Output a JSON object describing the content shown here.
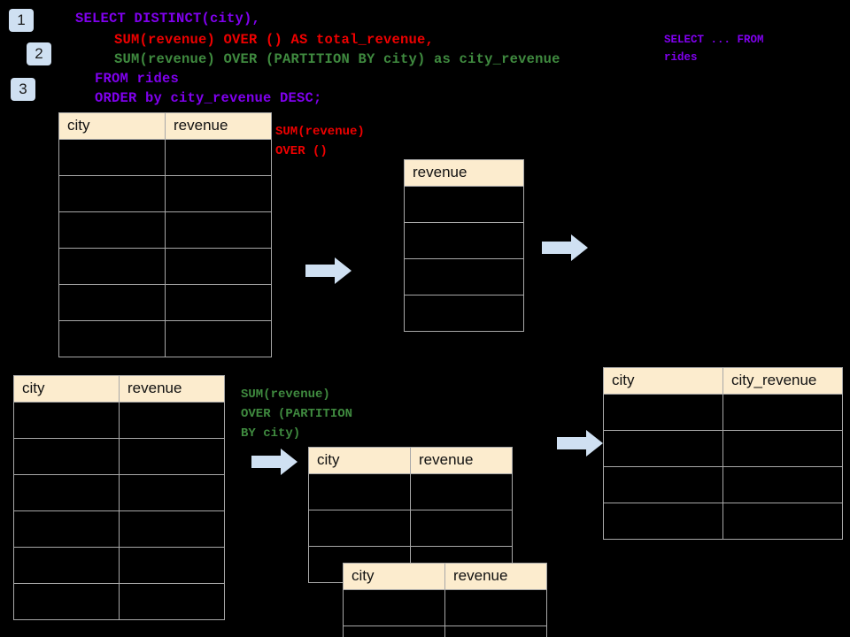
{
  "diagram": {
    "title": "SQL window function walkthrough",
    "background_color": "#000000",
    "accent_colors": {
      "keyword_purple": "#8000ee",
      "total_red": "#ee0000",
      "partition_green": "#3f8a3f",
      "arrow_blue": "#cfe0f2",
      "header_cream": "#fcecce",
      "border_gray": "#a8a8a8"
    }
  },
  "badges": [
    {
      "label": "1"
    },
    {
      "label": "2"
    },
    {
      "label": "3"
    }
  ],
  "query": {
    "lines": [
      {
        "text": "SELECT DISTINCT(city),",
        "color": "purple"
      },
      {
        "text": "SUM(revenue) OVER () AS total_revenue,",
        "color": "red"
      },
      {
        "text": "SUM(revenue) OVER (PARTITION BY city) as city_revenue",
        "color": "green"
      },
      {
        "text": "FROM rides",
        "color": "purple"
      },
      {
        "text": "ORDER by city_revenue DESC;",
        "color": "purple"
      }
    ]
  },
  "side_note": {
    "line1": "SELECT ... FROM",
    "line2": "rides"
  },
  "annotations": {
    "total_revenue": {
      "line1": "SUM(revenue)",
      "line2": "OVER ()"
    },
    "city_revenue": {
      "line1": "SUM(revenue)",
      "line2": "OVER (PARTITION",
      "line3": "BY city)"
    }
  },
  "tables": {
    "rides_source": {
      "name": "rides-source-table",
      "columns": [
        "city",
        "revenue"
      ],
      "row_count": 6,
      "rows": [
        [
          "",
          ""
        ],
        [
          "",
          ""
        ],
        [
          "",
          ""
        ],
        [
          "",
          ""
        ],
        [
          "",
          ""
        ],
        [
          "",
          ""
        ]
      ]
    },
    "total_revenue_result": {
      "name": "total-revenue-table",
      "columns": [
        "revenue"
      ],
      "row_count": 4,
      "rows": [
        [
          ""
        ],
        [
          ""
        ],
        [
          ""
        ],
        [
          ""
        ]
      ]
    },
    "rides_source_lower": {
      "name": "rides-source-table-lower",
      "columns": [
        "city",
        "revenue"
      ],
      "row_count": 6,
      "rows": [
        [
          "",
          ""
        ],
        [
          "",
          ""
        ],
        [
          "",
          ""
        ],
        [
          "",
          ""
        ],
        [
          "",
          ""
        ],
        [
          "",
          ""
        ]
      ]
    },
    "partition_back": {
      "name": "partition-table-back",
      "columns": [
        "city",
        "revenue"
      ],
      "row_count": 3,
      "rows": [
        [
          "",
          ""
        ],
        [
          "",
          ""
        ],
        [
          "",
          ""
        ]
      ]
    },
    "partition_front": {
      "name": "partition-table-front",
      "columns": [
        "city",
        "revenue"
      ],
      "row_count": 2,
      "rows": [
        [
          "",
          ""
        ],
        [
          "",
          ""
        ]
      ]
    },
    "final_result": {
      "name": "final-result-table",
      "columns": [
        "city",
        "city_revenue"
      ],
      "row_count": 4,
      "rows": [
        [
          "",
          ""
        ],
        [
          "",
          ""
        ],
        [
          "",
          ""
        ],
        [
          "",
          ""
        ]
      ]
    }
  },
  "arrows": [
    {
      "name": "arrow-source-to-total"
    },
    {
      "name": "arrow-total-to-final"
    },
    {
      "name": "arrow-source-to-partition"
    },
    {
      "name": "arrow-partition-to-final"
    }
  ]
}
